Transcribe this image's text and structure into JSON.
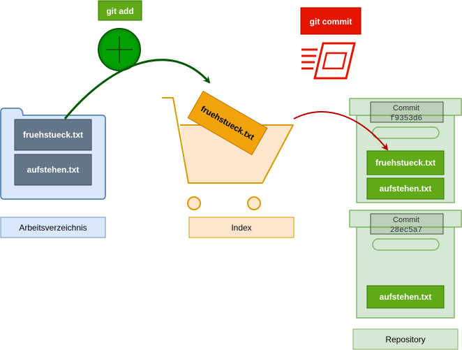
{
  "colors": {
    "add_green": "#60a917",
    "add_green_dark": "#2d7600",
    "commit_red": "#e51400",
    "arrow_green": "#005700",
    "arrow_red": "#b20000",
    "folder_fill": "#dae8fc",
    "folder_stroke": "#6c8ebf",
    "file_slate": "#647687",
    "cart_stroke": "#d79b00",
    "cart_fill": "#ffe6cc",
    "cart_file": "#f0a30a",
    "repo_fill": "#d5e8d4",
    "repo_stroke": "#82b366"
  },
  "git_add": {
    "label": "git add",
    "icon": "plus-circle-icon"
  },
  "git_commit": {
    "label": "git commit",
    "icon": "fast-card-icon"
  },
  "working_dir": {
    "label": "Arbeitsverzeichnis",
    "icon": "folder-icon",
    "files": [
      "fruehstueck.txt",
      "aufstehen.txt"
    ]
  },
  "index": {
    "label": "Index",
    "icon": "shopping-cart-icon",
    "file": "fruehstueck.txt"
  },
  "repository": {
    "label": "Repository",
    "commits": [
      {
        "title": "Commit",
        "hash": "f9353d6",
        "files": [
          "fruehstueck.txt",
          "aufstehen.txt"
        ]
      },
      {
        "title": "Commit",
        "hash": "28ec5a7",
        "files": [
          "aufstehen.txt"
        ]
      }
    ]
  }
}
